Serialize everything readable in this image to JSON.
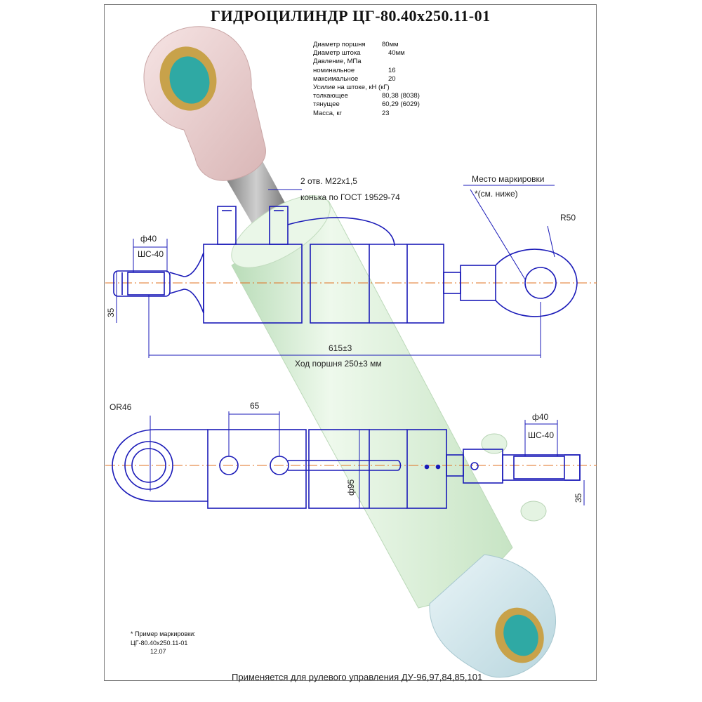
{
  "title": "ГИДРОЦИЛИНДР ЦГ-80.40х250.11-01",
  "specs": [
    {
      "label": "Диаметр поршня",
      "value": "80мм"
    },
    {
      "label": "Диаметр штока",
      "value": "40мм"
    },
    {
      "label": "Давление, МПа",
      "value": ""
    },
    {
      "label": "номинальное",
      "value": "16"
    },
    {
      "label": "максимальное",
      "value": "20"
    },
    {
      "label": "Усилие на штоке, кН (кГ)",
      "value": ""
    },
    {
      "label": "толкающее",
      "value": "80,38 (8038)"
    },
    {
      "label": "тянущее",
      "value": "60,29 (6029)"
    },
    {
      "label": "Масса, кг",
      "value": "23"
    }
  ],
  "annotations": {
    "holes_line1": "2 отв. М22х1,5",
    "holes_line2": "конька по ГОСТ 19529-74",
    "marking_place": "Место маркировки",
    "marking_ref": "*(см. ниже)",
    "r50": "R50",
    "d40_left": "ф40",
    "shs_left": "ШС-40",
    "dim_35_left": "35",
    "length": "615±3",
    "stroke": "Ход поршня 250±3 мм",
    "r46": "ОR46",
    "dim_65": "65",
    "d95": "ф95",
    "d40_right": "ф40",
    "shs_right": "ШС-40",
    "dim_35_right": "35"
  },
  "marking_example": {
    "line1": "* Пример маркировки:",
    "line2": "ЦГ-80.40х250.11-01",
    "line3": "12.07"
  },
  "footer": "Применяется для рулевого управления ДУ-96,97,84,85,101",
  "colors": {
    "drawing_lines": "#1a1ab8",
    "center_lines": "#e07020",
    "body_3d": "#dff3dc",
    "eye_3d": "#eed4d4",
    "bearing_teal": "#2fa9a4"
  }
}
